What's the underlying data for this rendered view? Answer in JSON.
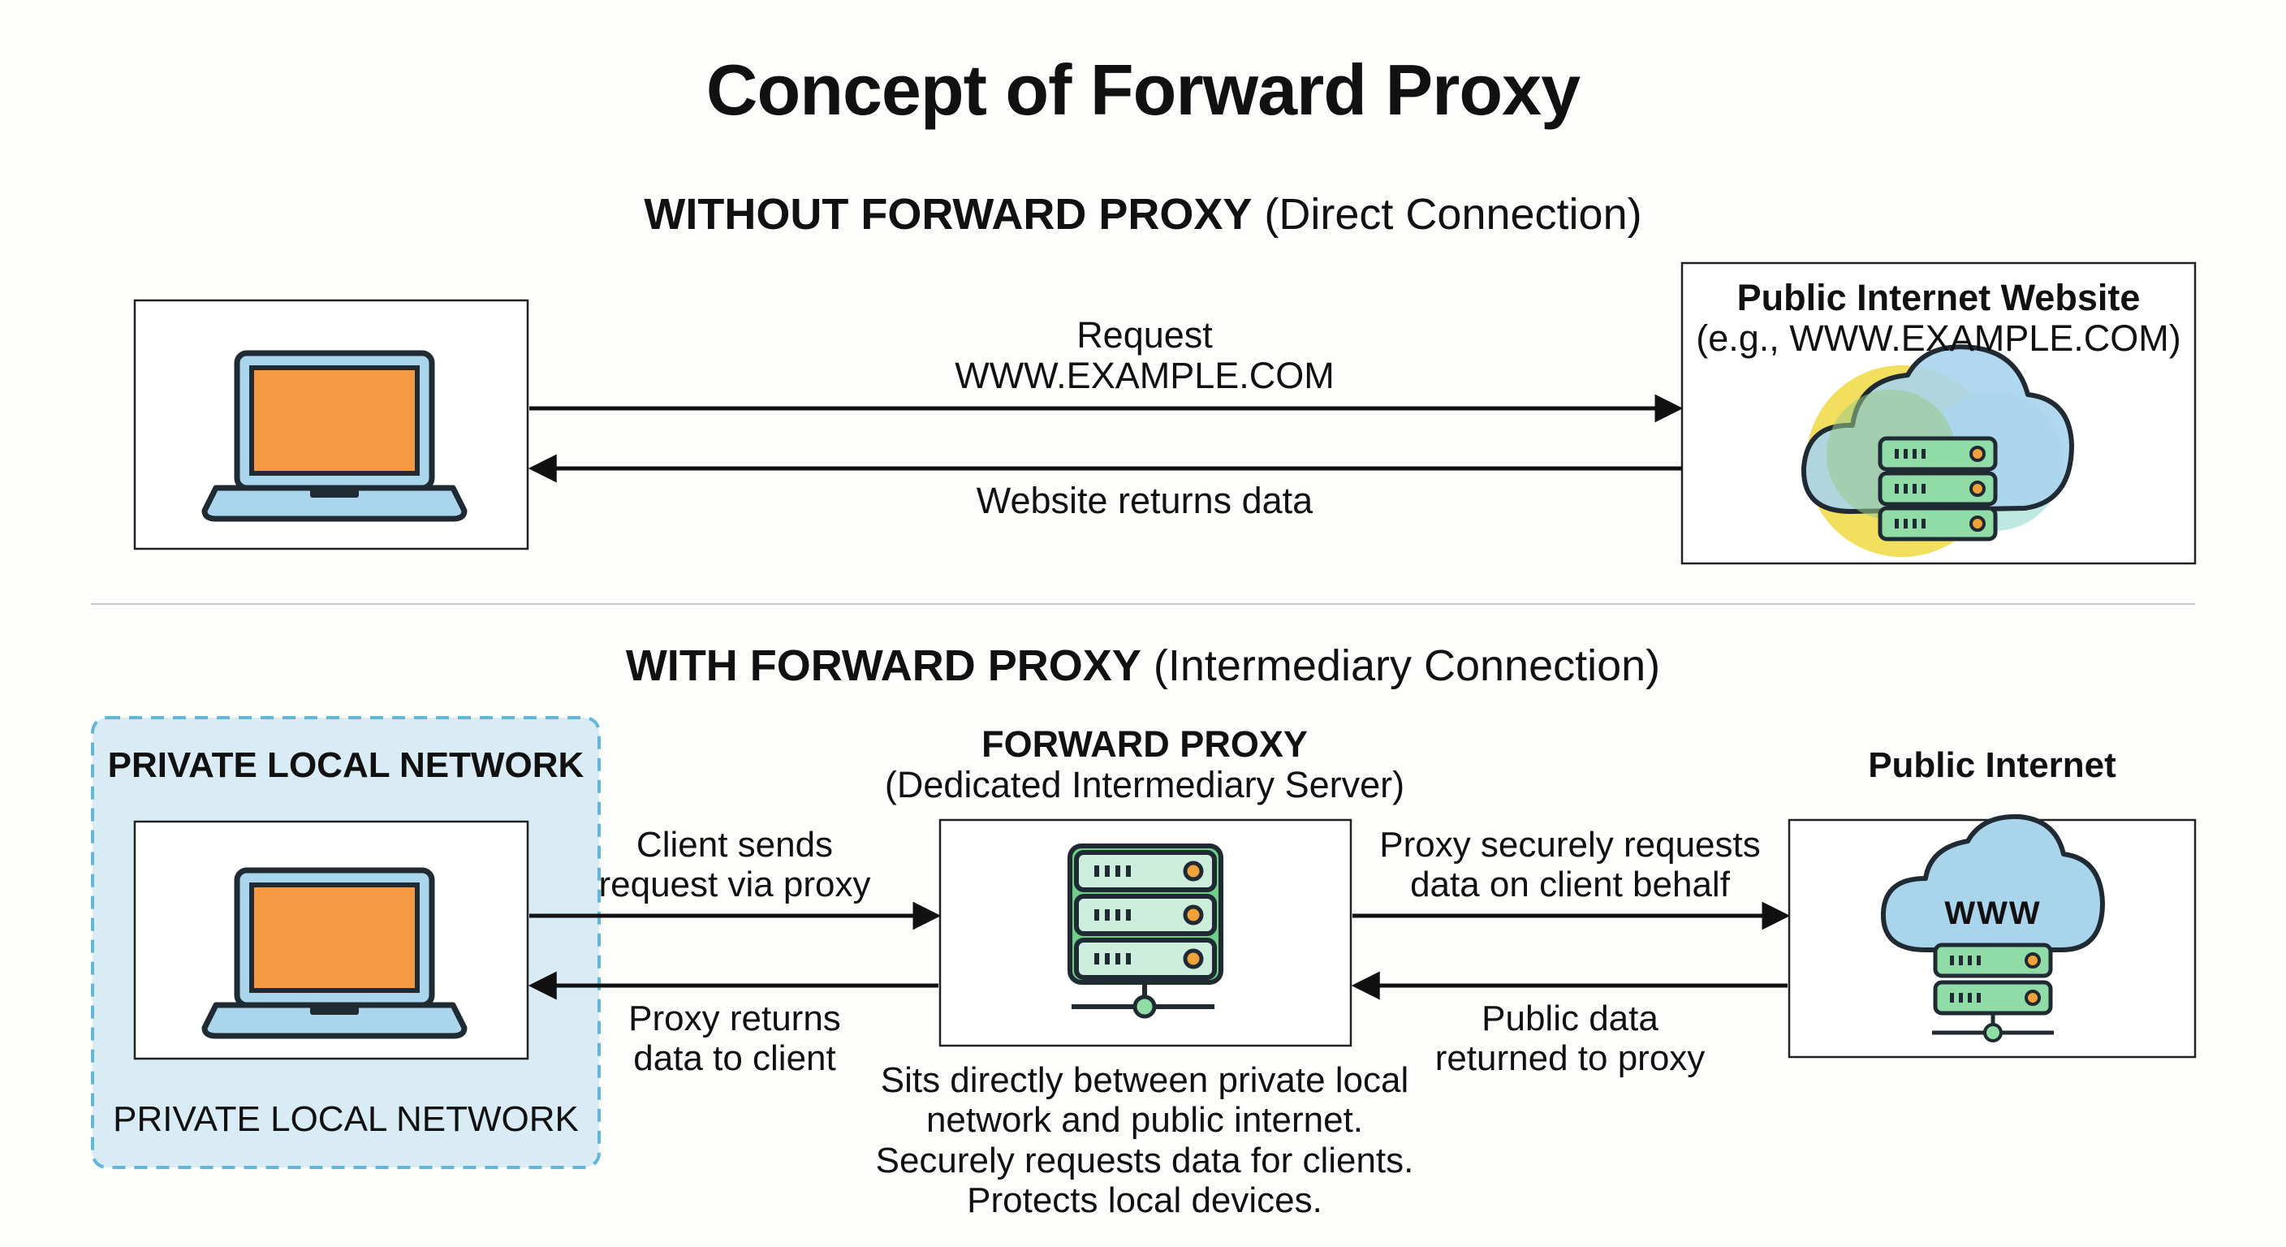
{
  "title": "Concept of Forward Proxy",
  "without_section": {
    "heading_bold": "WITHOUT FORWARD PROXY",
    "heading_rest": "(Direct Connection)",
    "request_label": "Request",
    "request_target": "WWW.EXAMPLE.COM",
    "response_label": "Website returns data",
    "website_title": "Public Internet Website",
    "website_subtitle": "(e.g., WWW.EXAMPLE.COM)"
  },
  "with_section": {
    "heading_bold": "WITH FORWARD PROXY",
    "heading_rest": "(Intermediary Connection)",
    "network_label_top": "PRIVATE LOCAL NETWORK",
    "network_label_bottom": "PRIVATE LOCAL NETWORK",
    "proxy_title": "FORWARD PROXY",
    "proxy_subtitle": "(Dedicated Intermediary Server)",
    "client_request_line1": "Client sends",
    "client_request_line2": "request via proxy",
    "proxy_return_line1": "Proxy returns",
    "proxy_return_line2": "data to client",
    "proxy_request_line1": "Proxy securely requests",
    "proxy_request_line2": "data on client behalf",
    "public_return_line1": "Public data",
    "public_return_line2": "returned to proxy",
    "public_internet_title": "Public Internet",
    "cloud_text": "WWW",
    "description_lines": [
      "Sits directly between private local",
      "network and public internet.",
      "Securely requests data for clients.",
      "Protects local devices."
    ]
  },
  "icons": [
    "laptop-icon",
    "server-icon",
    "cloud-icon"
  ],
  "colors": {
    "laptop_screen": "#f59a42",
    "laptop_body": "#a9d6ec",
    "server_green": "#6fcf8a",
    "server_light": "#cdeedd",
    "cloud_blue": "#a8d4ec",
    "yellow_blob": "#f2df5e",
    "teal_blob": "#bfe8e0",
    "network_fill": "#d9ecf6",
    "network_border": "#62b6d8",
    "led_orange": "#f0a23a"
  }
}
